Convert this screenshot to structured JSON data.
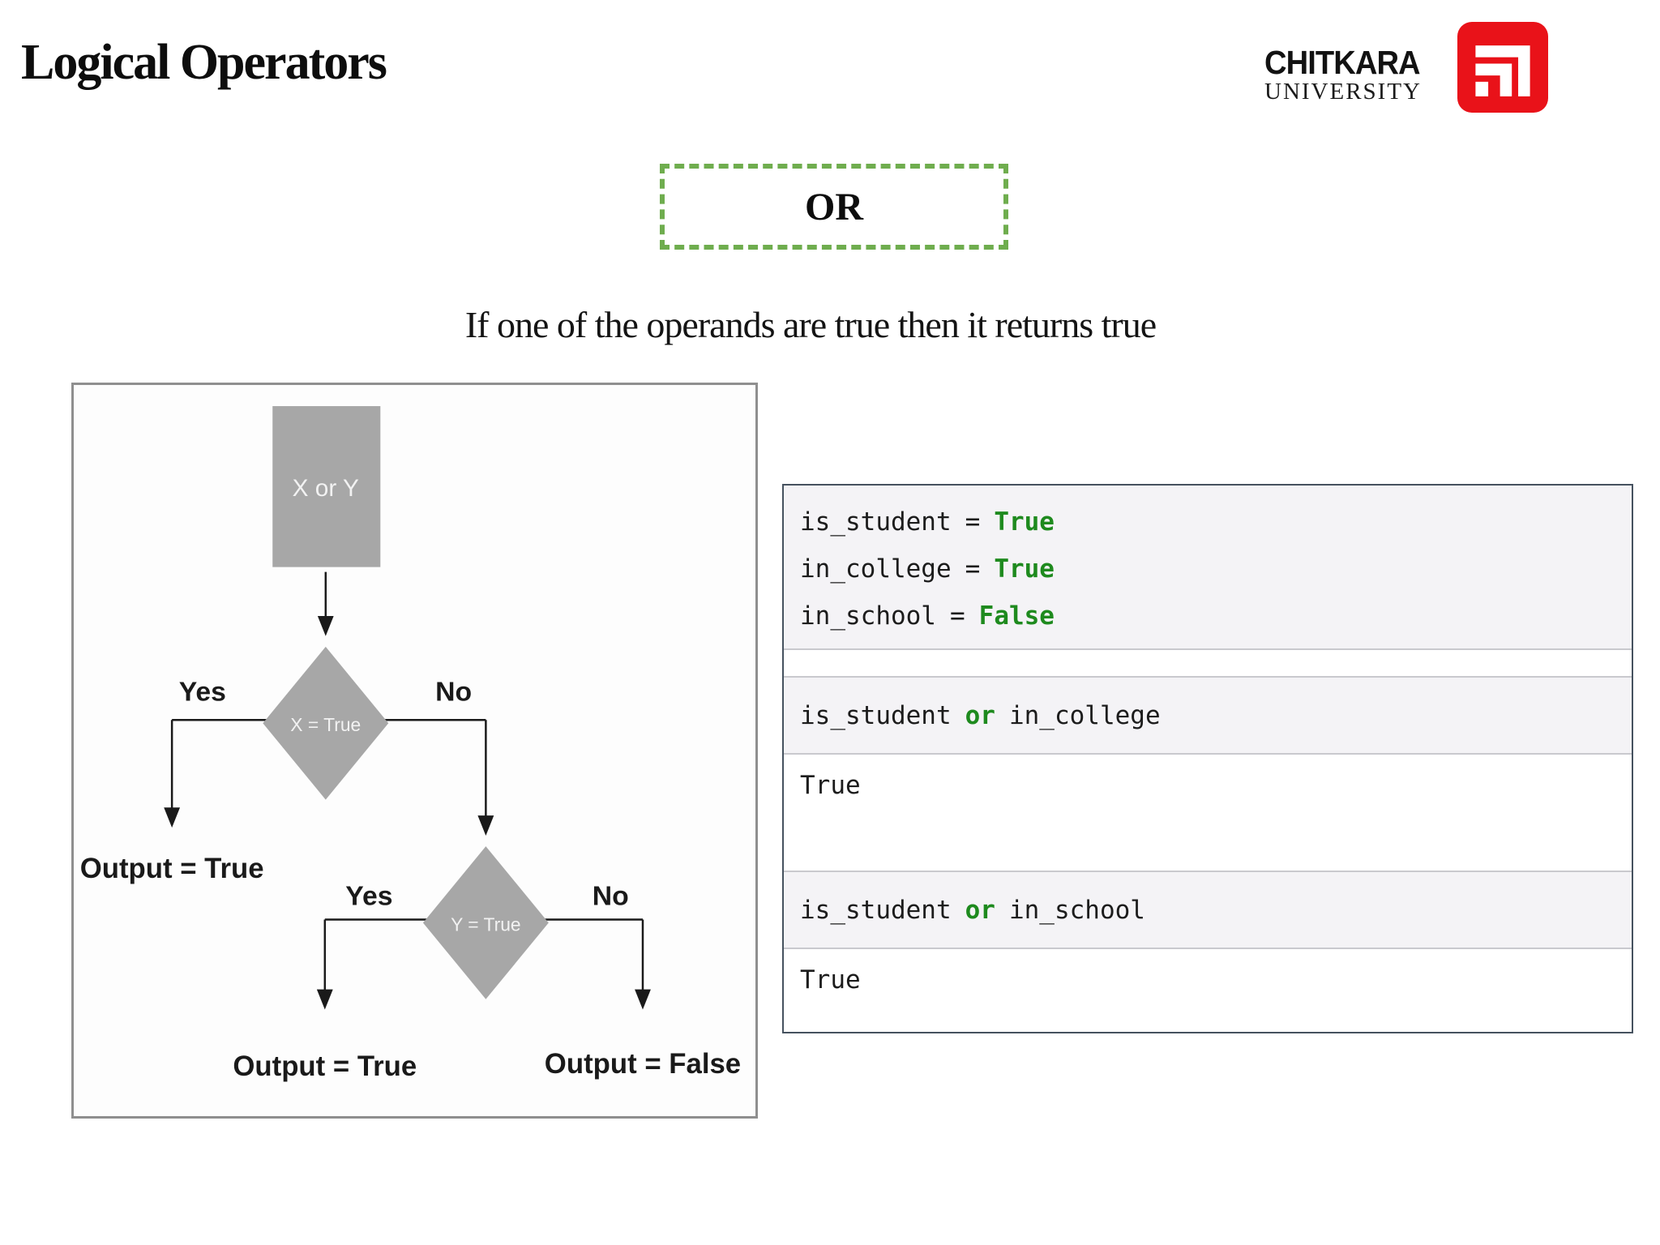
{
  "slide": {
    "title": "Logical Operators",
    "operator_label": "OR",
    "subtitle": "If one of the operands are true then it returns true"
  },
  "logo": {
    "name": "CHITKARA",
    "subname": "UNIVERSITY",
    "mark": "chitkara-nested-corners-icon",
    "brand_red": "#e91219"
  },
  "flowchart": {
    "node_fill": "#a7a7a7",
    "start_label": "X or Y",
    "decision1": {
      "condition": "X = True",
      "yes_label": "Yes",
      "no_label": "No",
      "yes_output": "Output = True"
    },
    "decision2": {
      "condition": "Y = True",
      "yes_label": "Yes",
      "no_label": "No",
      "yes_output": "Output = True",
      "no_output": "Output = False"
    }
  },
  "code_panel": {
    "keyword_color": "#1e8a1e",
    "assignments": [
      {
        "name": "is_student",
        "op": "=",
        "value": "True"
      },
      {
        "name": "in_college",
        "op": "=",
        "value": "True"
      },
      {
        "name": "in_school",
        "op": "=",
        "value": "False"
      }
    ],
    "evaluations": [
      {
        "left": "is_student",
        "op": "or",
        "right": "in_college",
        "result": "True"
      },
      {
        "left": "is_student",
        "op": "or",
        "right": "in_school",
        "result": "True"
      }
    ]
  },
  "colors": {
    "dashed_border_green": "#6fad4e",
    "keyword_green": "#1e8a1e",
    "logo_red": "#e91219",
    "node_gray": "#a7a7a7",
    "panel_border": "#46525f"
  }
}
